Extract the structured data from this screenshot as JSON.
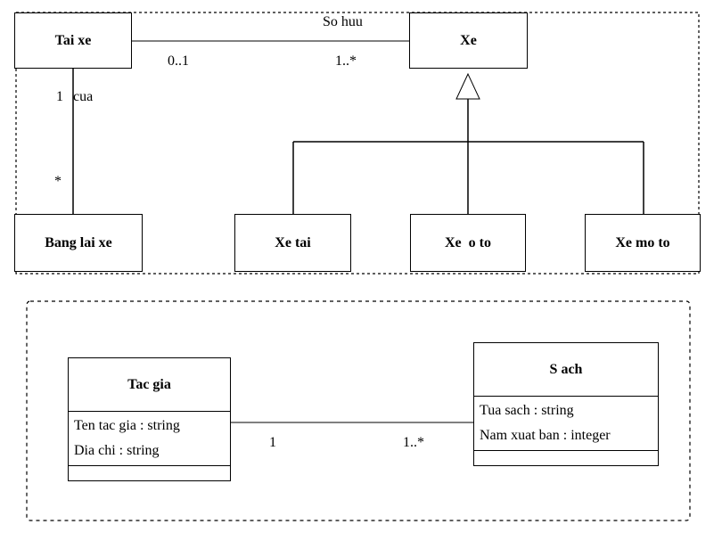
{
  "diagram1": {
    "classes": {
      "tai_xe": "Tai xe",
      "xe": "Xe",
      "bang_lai_xe": "Bang lai xe",
      "xe_tai": "Xe tai",
      "xe_o_to": "Xe  o to",
      "xe_mo_to": "Xe mo to"
    },
    "association_so_huu": {
      "name": "So huu",
      "mult_left": "0..1",
      "mult_right": "1..*"
    },
    "association_cua": {
      "mult_top": "1",
      "name": "cua",
      "mult_bottom": "*"
    }
  },
  "diagram2": {
    "tac_gia": {
      "name": "Tac gia",
      "attributes": [
        "Ten tac gia : string",
        "Dia chi : string"
      ]
    },
    "sach": {
      "name": "S ach",
      "attributes": [
        "Tua sach : string",
        "Nam xuat ban : integer"
      ]
    },
    "association": {
      "mult_left": "1",
      "mult_right": "1..*"
    }
  }
}
